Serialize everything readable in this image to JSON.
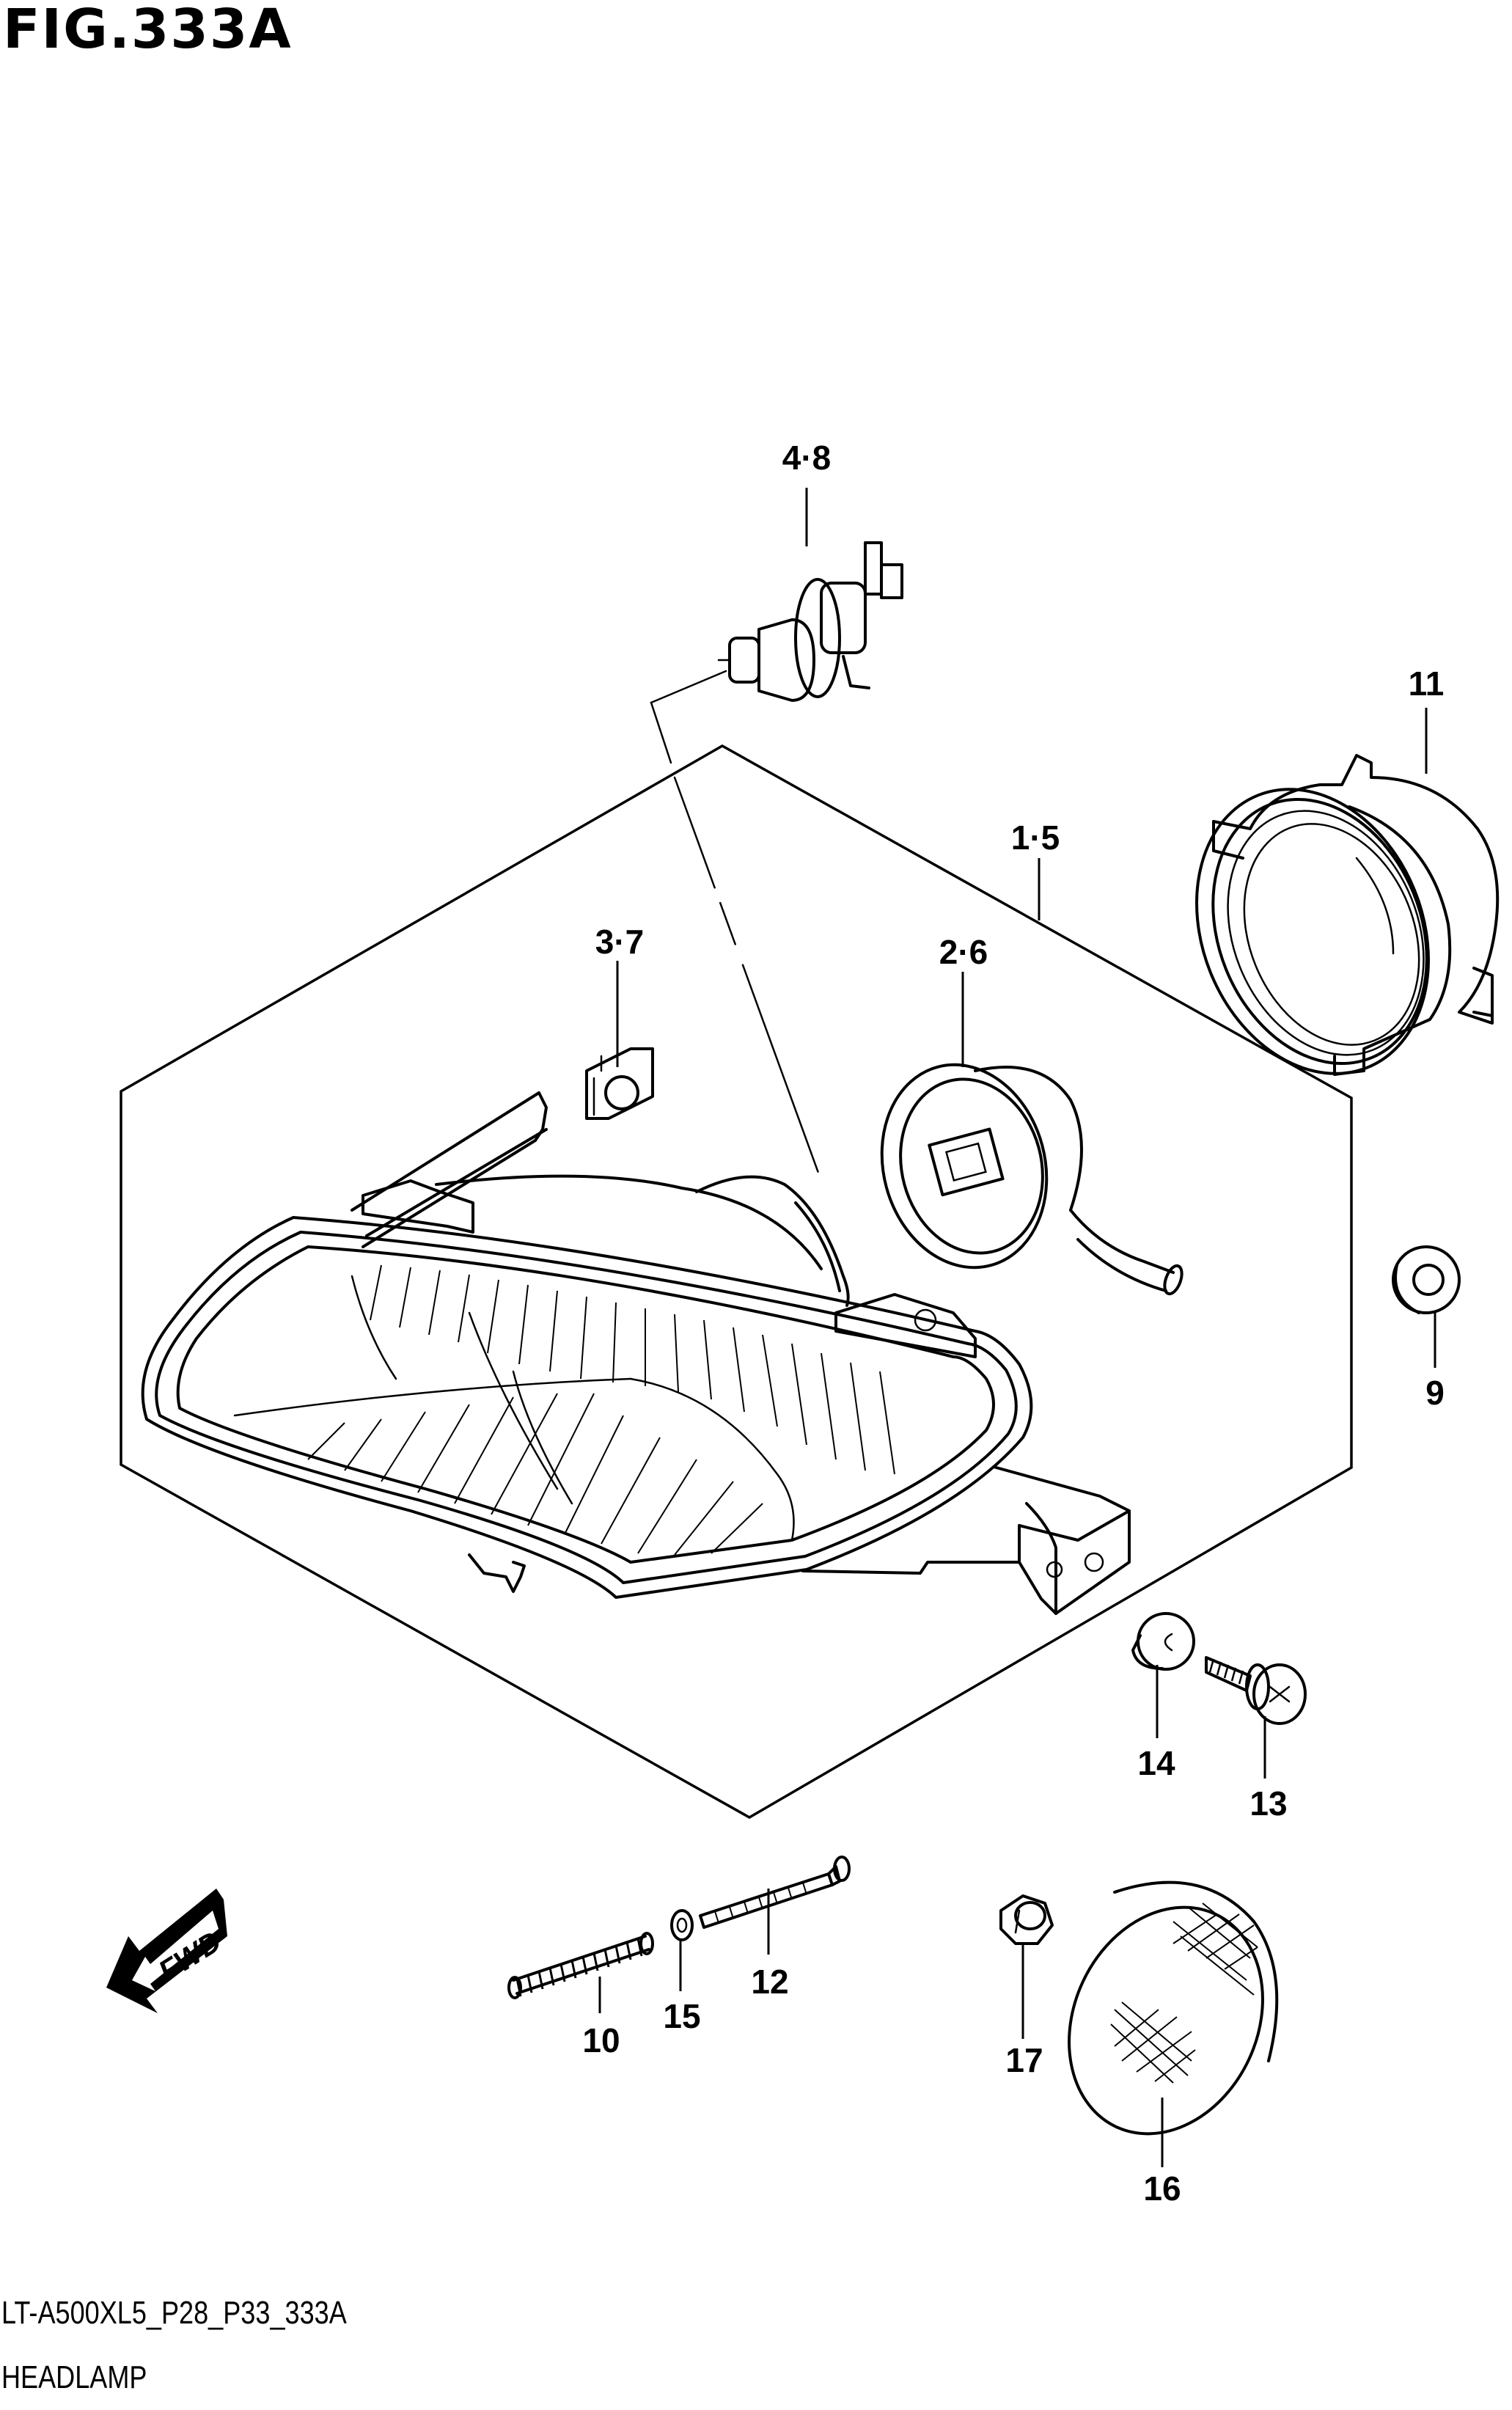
{
  "figure": {
    "title": "FIG.333A",
    "drawing_code": "LT-A500XL5_P28_P33_333A",
    "name": "HEADLAMP"
  },
  "direction_badge": "FWD",
  "callouts": [
    {
      "id": "4-8",
      "label": "4·8"
    },
    {
      "id": "11",
      "label": "11"
    },
    {
      "id": "1-5",
      "label": "1·5"
    },
    {
      "id": "3-7",
      "label": "3·7"
    },
    {
      "id": "2-6",
      "label": "2·6"
    },
    {
      "id": "9",
      "label": "9"
    },
    {
      "id": "14",
      "label": "14"
    },
    {
      "id": "13",
      "label": "13"
    },
    {
      "id": "12",
      "label": "12"
    },
    {
      "id": "10",
      "label": "10"
    },
    {
      "id": "15",
      "label": "15"
    },
    {
      "id": "17",
      "label": "17"
    },
    {
      "id": "16",
      "label": "16"
    }
  ]
}
